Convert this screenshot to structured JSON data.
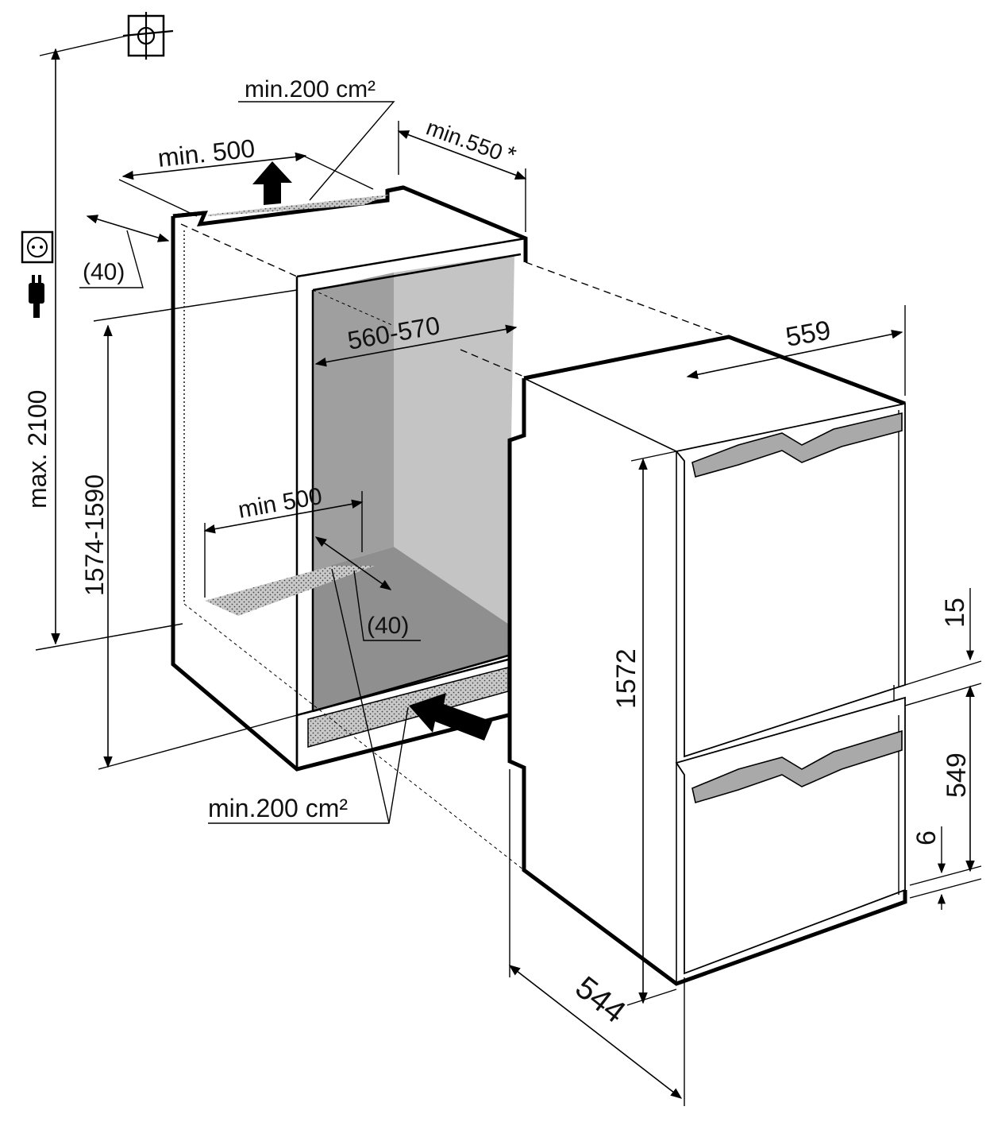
{
  "diagram": {
    "labels": {
      "top_vent_area": "min.200 cm²",
      "top_vent_width": "min. 500",
      "niche_depth": "min.550",
      "niche_depth_asterisk": "*",
      "rear_gap_top": "(40)",
      "niche_width": "560-570",
      "max_height": "max. 2100",
      "niche_height": "1574-1590",
      "floor_vent_width": "min 500",
      "rear_gap_bottom": "(40)",
      "bottom_vent_area": "min.200 cm²",
      "appliance_width": "559",
      "appliance_height": "1572",
      "appliance_depth": "544",
      "door_gap_top": "15",
      "lower_door_height": "549",
      "door_gap_bottom": "6"
    },
    "icons": [
      "water-connection-icon",
      "power-socket-icon",
      "power-plug-icon"
    ],
    "colors": {
      "line": "#000000",
      "shade_dark": "#9d9d9d",
      "shade_mid": "#b3b3b3",
      "shade_light": "#d2d2d2",
      "handle": "#a9a9a9"
    }
  }
}
